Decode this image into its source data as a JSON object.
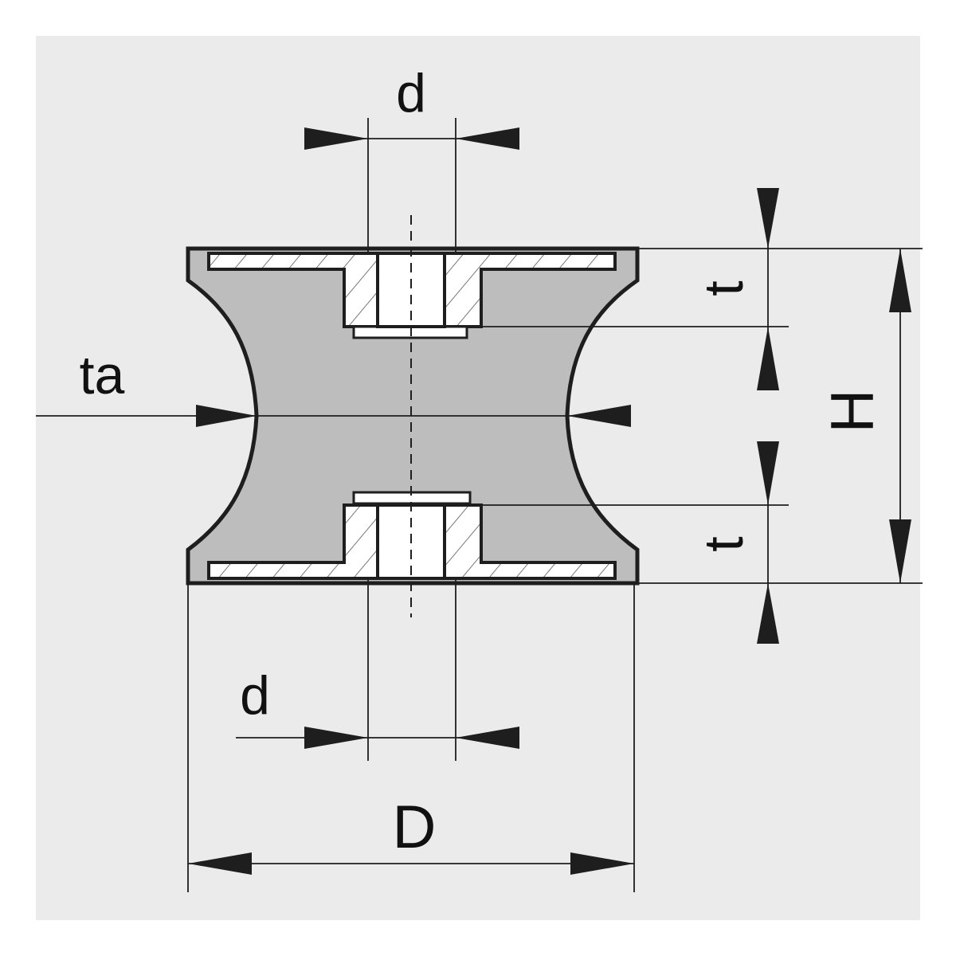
{
  "diagram": {
    "labels": {
      "d_top": "d",
      "d_bottom": "d",
      "ta": "ta",
      "t_top": "t",
      "t_bottom": "t",
      "H": "H",
      "D": "D"
    },
    "colors": {
      "background": "#ffffff",
      "panel": "#ebebeb",
      "rubber": "#bdbdbd",
      "outline": "#1e1e1e",
      "insert": "#ffffff"
    }
  }
}
